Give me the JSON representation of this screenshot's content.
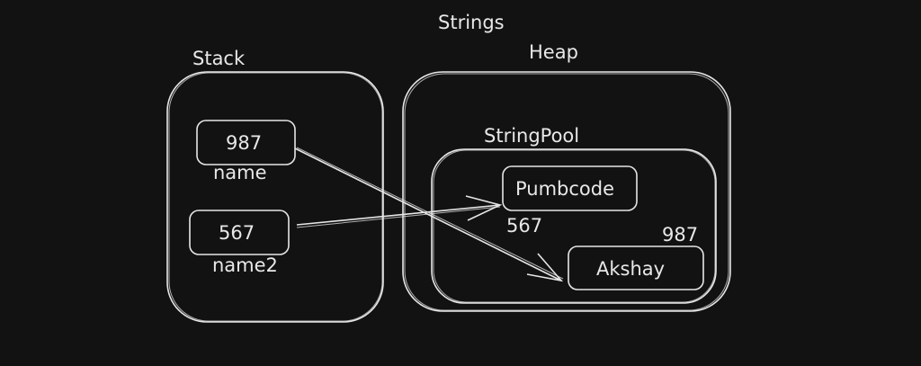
{
  "title": "Strings",
  "stack": {
    "label": "Stack",
    "variables": [
      {
        "value": "987",
        "name": "name"
      },
      {
        "value": "567",
        "name": "name2"
      }
    ]
  },
  "heap": {
    "label": "Heap",
    "pool": {
      "label": "StringPool",
      "strings": [
        {
          "text": "Pumbcode",
          "address": "567"
        },
        {
          "text": "Akshay",
          "address": "987"
        }
      ]
    }
  },
  "colors": {
    "background": "#121212",
    "stroke": "#e6e6e6"
  }
}
